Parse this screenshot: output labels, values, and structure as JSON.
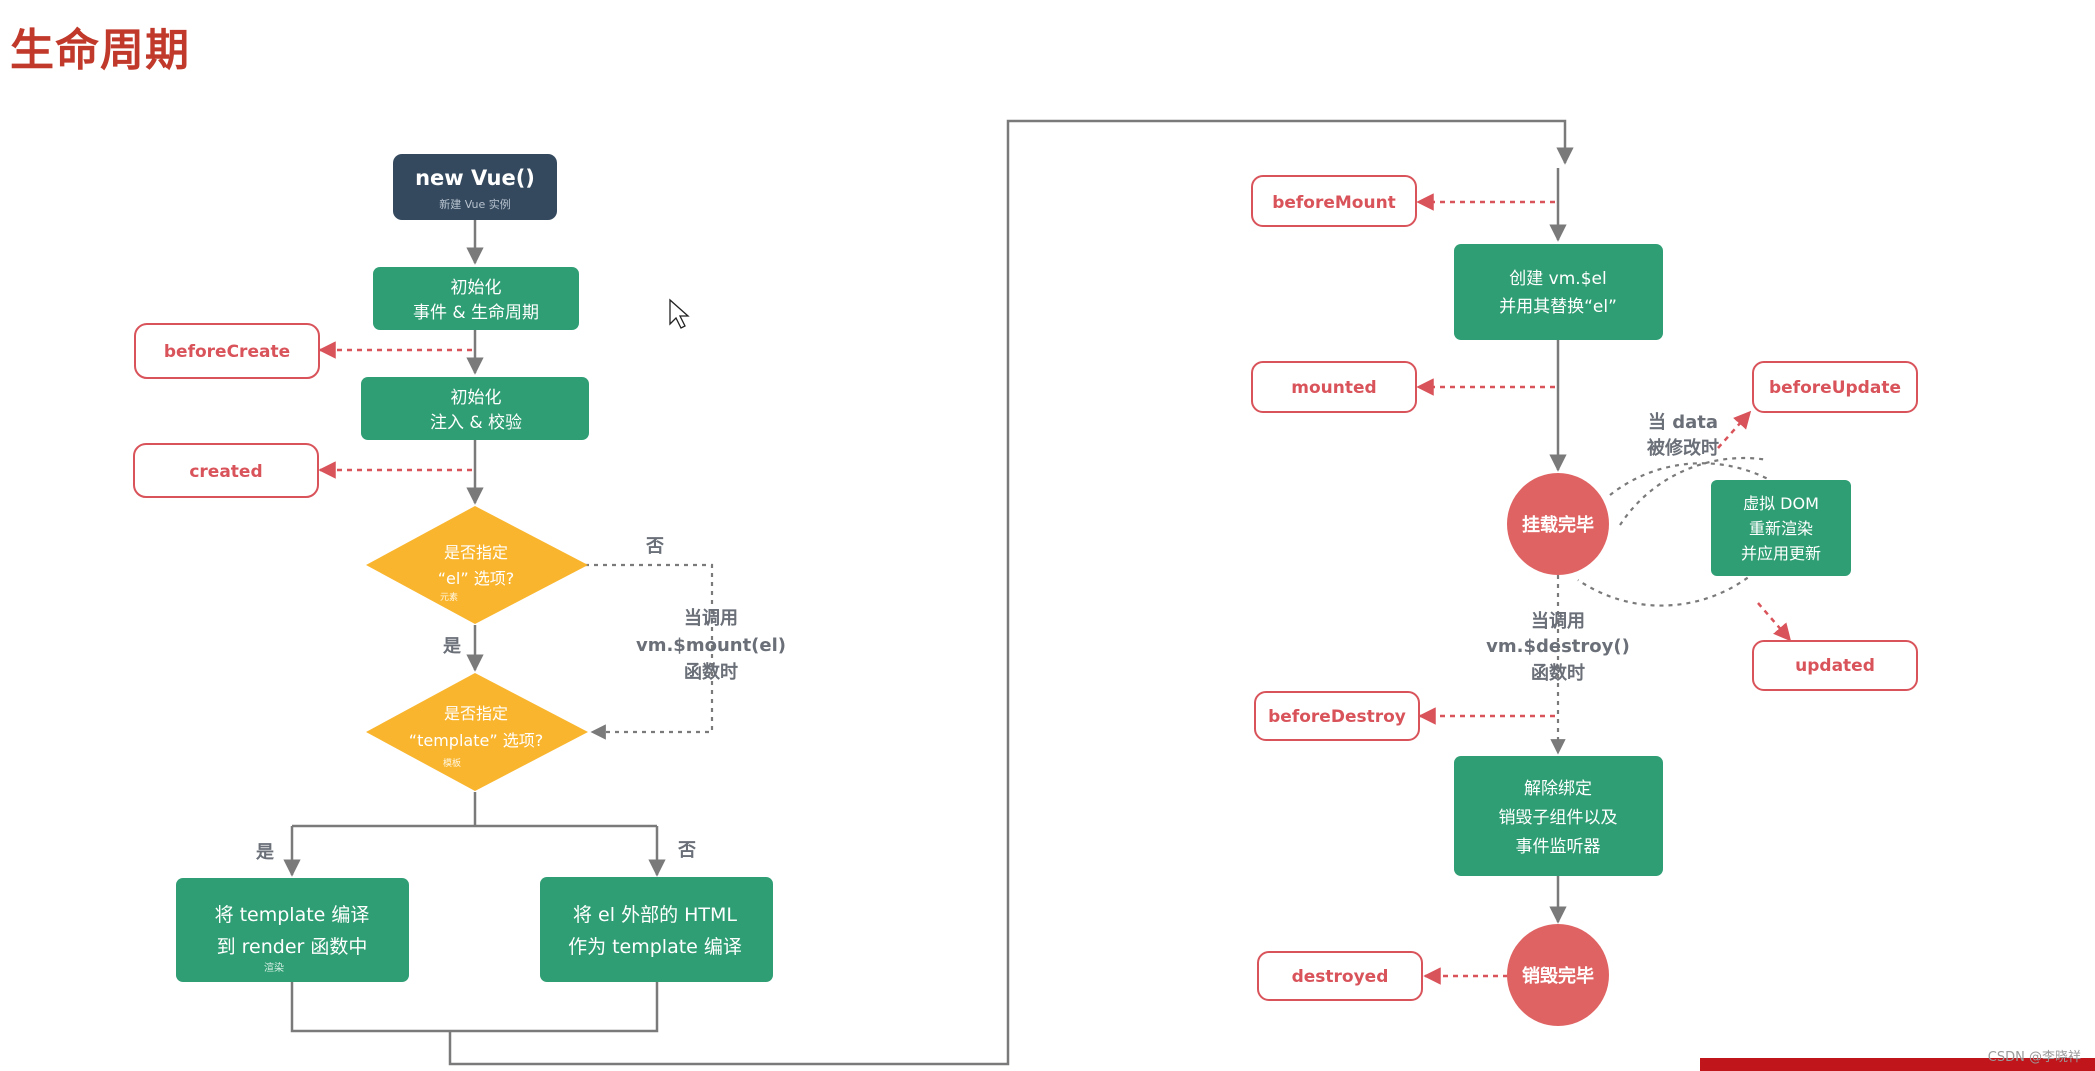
{
  "title": "生命周期",
  "watermark": "CSDN @李晓祥",
  "colors": {
    "title": "#c0392b",
    "process": "#2f9e74",
    "start": "#34495e",
    "decision": "#f9b52e",
    "hook": "#d9535a",
    "state": "#e06363",
    "line": "#7a7a7a",
    "text_gray": "#6a6f78"
  },
  "nodes": {
    "new_vue": {
      "title": "new Vue()",
      "subtitle": "新建 Vue 实例"
    },
    "init_events": {
      "line1": "初始化",
      "line2": "事件 & 生命周期"
    },
    "init_inject": {
      "line1": "初始化",
      "line2": "注入 & 校验"
    },
    "has_el": {
      "line1": "是否指定",
      "line2": "“el” 选项?",
      "note": "元素"
    },
    "has_template": {
      "line1": "是否指定",
      "line2": "“template” 选项?",
      "note": "模板"
    },
    "compile_template": {
      "line1": "将 template 编译",
      "line2": "到 render 函数中",
      "note": "渲染"
    },
    "compile_outer_html": {
      "line1": "将 el 外部的 HTML",
      "line2": "作为 template 编译"
    },
    "create_el": {
      "line1": "创建 vm.$el",
      "line2": "并用其替换“el”"
    },
    "virtual_dom": {
      "line1": "虚拟 DOM",
      "line2": "重新渲染",
      "line3": "并应用更新"
    },
    "unbind": {
      "line1": "解除绑定",
      "line2": "销毁子组件以及",
      "line3": "事件监听器"
    },
    "mounted_state": {
      "label": "挂载完毕"
    },
    "destroyed_state": {
      "label": "销毁完毕"
    }
  },
  "hooks": {
    "beforeCreate": "beforeCreate",
    "created": "created",
    "beforeMount": "beforeMount",
    "mounted": "mounted",
    "beforeUpdate": "beforeUpdate",
    "updated": "updated",
    "beforeDestroy": "beforeDestroy",
    "destroyed": "destroyed"
  },
  "labels": {
    "el_no": "否",
    "el_yes": "是",
    "template_yes": "是",
    "template_no": "否",
    "mount_call": {
      "line1": "当调用",
      "line2": "vm.$mount(el)",
      "line3": "函数时"
    },
    "data_change": {
      "line1": "当 data",
      "line2": "被修改时"
    },
    "destroy_call": {
      "line1": "当调用",
      "line2": "vm.$destroy()",
      "line3": "函数时"
    }
  }
}
